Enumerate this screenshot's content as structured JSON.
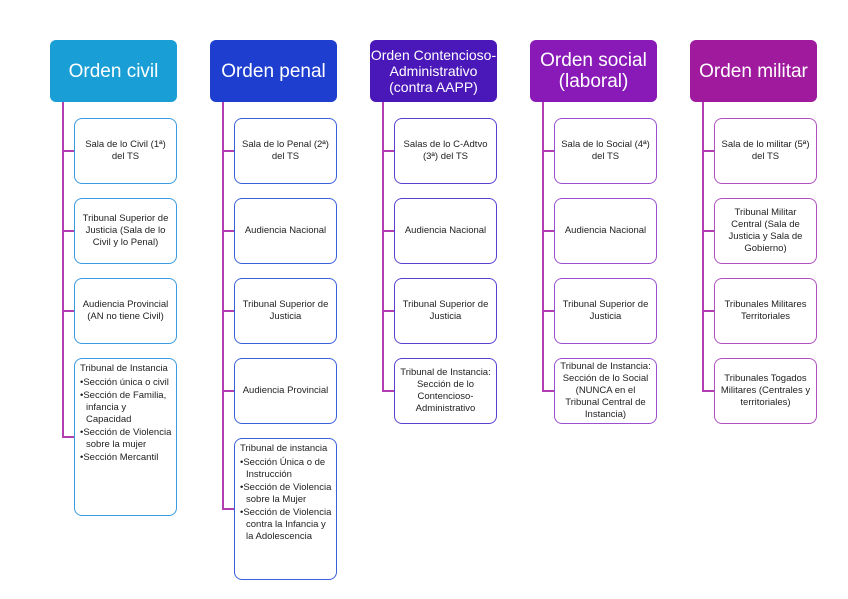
{
  "colors": {
    "connector": "#b13fb0",
    "civil": "#199fd6",
    "penal": "#1d3ecf",
    "contencioso": "#4a17b8",
    "social": "#8a1ab8",
    "militar": "#a01a9e"
  },
  "columns": [
    {
      "id": "civil",
      "title": "Orden civil",
      "items": [
        {
          "text": "Sala de lo Civil (1ª) del TS"
        },
        {
          "text": "Tribunal Superior de Justicia (Sala de lo Civil y lo Penal)"
        },
        {
          "text": "Audiencia Provincial (AN no tiene Civil)"
        },
        {
          "title": "Tribunal de Instancia",
          "bullets": [
            "Sección única o civil",
            "Sección de Familia, infancia y Capacidad",
            "Sección de Violencia sobre la mujer",
            "Sección Mercantil"
          ]
        }
      ]
    },
    {
      "id": "penal",
      "title": "Orden penal",
      "items": [
        {
          "text": "Sala de lo Penal (2ª) del TS"
        },
        {
          "text": "Audiencia Nacional"
        },
        {
          "text": "Tribunal Superior de Justicia"
        },
        {
          "text": "Audiencia Provincial"
        },
        {
          "title": "Tribunal de instancia",
          "bullets": [
            "Sección Única o de Instrucción",
            "Sección de Violencia sobre la Mujer",
            "Sección de Violencia contra la Infancia y la Adolescencia"
          ]
        }
      ]
    },
    {
      "id": "contencioso",
      "title": "Orden Contencioso-Administrativo (contra AAPP)",
      "items": [
        {
          "text": "Salas de lo C-Adtvo (3ª) del TS"
        },
        {
          "text": "Audiencia Nacional"
        },
        {
          "text": "Tribunal Superior de Justicia"
        },
        {
          "text": "Tribunal de Instancia: Sección de lo Contencioso-Administrativo"
        }
      ]
    },
    {
      "id": "social",
      "title": "Orden social (laboral)",
      "items": [
        {
          "text": "Sala de lo Social (4ª) del TS"
        },
        {
          "text": "Audiencia Nacional"
        },
        {
          "text": "Tribunal Superior de Justicia"
        },
        {
          "text": "Tribunal de Instancia: Sección de lo Social (NUNCA en el Tribunal Central de Instancia)"
        }
      ]
    },
    {
      "id": "militar",
      "title": "Orden militar",
      "items": [
        {
          "text": "Sala de lo militar (5ª) del TS"
        },
        {
          "text": "Tribunal Militar Central (Sala de Justicia y Sala de Gobierno)"
        },
        {
          "text": "Tribunales Militares Territoriales"
        },
        {
          "text": "Tribunales Togados Militares (Centrales y territoriales)"
        }
      ]
    }
  ]
}
